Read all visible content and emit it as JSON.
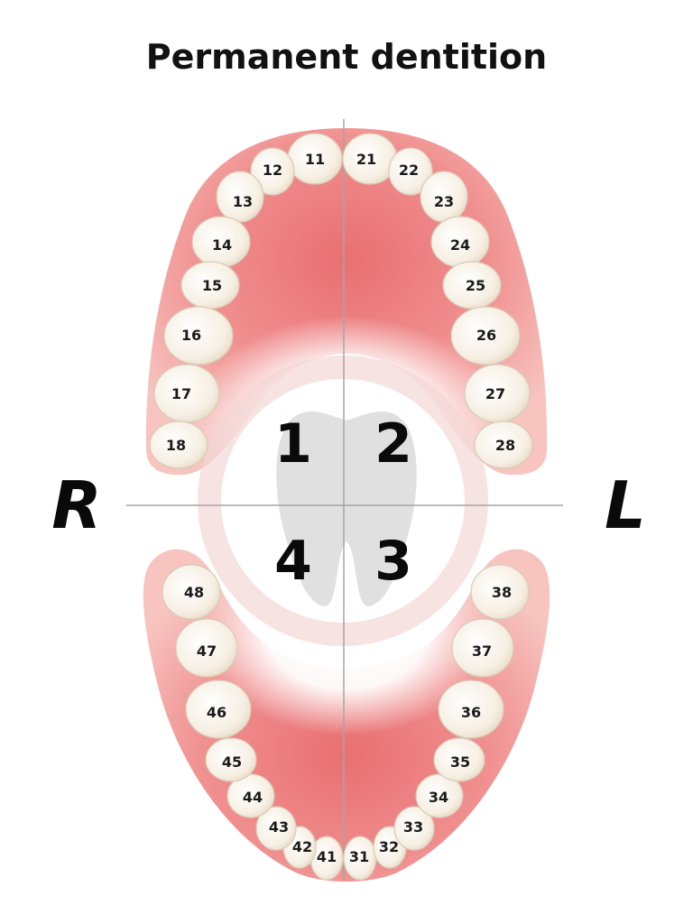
{
  "title": "Permanent dentition",
  "sides": {
    "right": "R",
    "left": "L"
  },
  "quadrants": {
    "q1": "1",
    "q2": "2",
    "q3": "3",
    "q4": "4"
  },
  "teeth": {
    "upper_right": [
      "11",
      "12",
      "13",
      "14",
      "15",
      "16",
      "17",
      "18"
    ],
    "upper_left": [
      "21",
      "22",
      "23",
      "24",
      "25",
      "26",
      "27",
      "28"
    ],
    "lower_left": [
      "31",
      "32",
      "33",
      "34",
      "35",
      "36",
      "37",
      "38"
    ],
    "lower_right": [
      "41",
      "42",
      "43",
      "44",
      "45",
      "46",
      "47",
      "48"
    ]
  },
  "colors": {
    "gum": "#e97b7e",
    "gum_edge": "#f3b8b4",
    "tooth": "#f7f1e6",
    "divider": "#a6a6a6",
    "watermark": "#f3d6d4"
  }
}
